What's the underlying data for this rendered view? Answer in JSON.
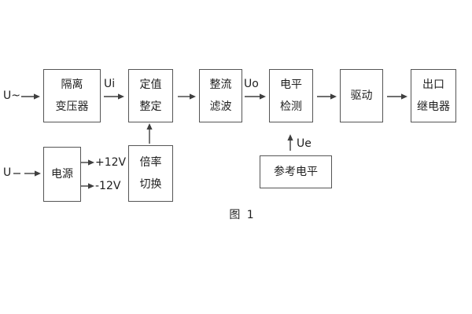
{
  "diagram": {
    "caption": "图 1",
    "colors": {
      "line": "#3f3f3f",
      "border": "#555555",
      "text": "#1f1f1f",
      "background": "#ffffff"
    },
    "boxes": [
      {
        "id": "isolation-transformer",
        "line1": "隔离",
        "line2": "变压器"
      },
      {
        "id": "setting-adjustment",
        "line1": "定值",
        "line2": "整定"
      },
      {
        "id": "rectifier-filter",
        "line1": "整流",
        "line2": "滤波"
      },
      {
        "id": "level-detection",
        "line1": "电平",
        "line2": "检测"
      },
      {
        "id": "driver",
        "line1": "驱动"
      },
      {
        "id": "output-relay",
        "line1": "出口",
        "line2": "继电器"
      },
      {
        "id": "power-supply",
        "line1": "电源"
      },
      {
        "id": "ratio-switching",
        "line1": "倍率",
        "line2": "切换"
      },
      {
        "id": "reference-level",
        "line1": "参考电平"
      }
    ],
    "labels": {
      "ac_input": "U~",
      "dc_input": "U",
      "ui": "Ui",
      "uo": "Uo",
      "ue": "Ue",
      "plus_12v": "+12V",
      "minus_12v": "-12V"
    }
  }
}
